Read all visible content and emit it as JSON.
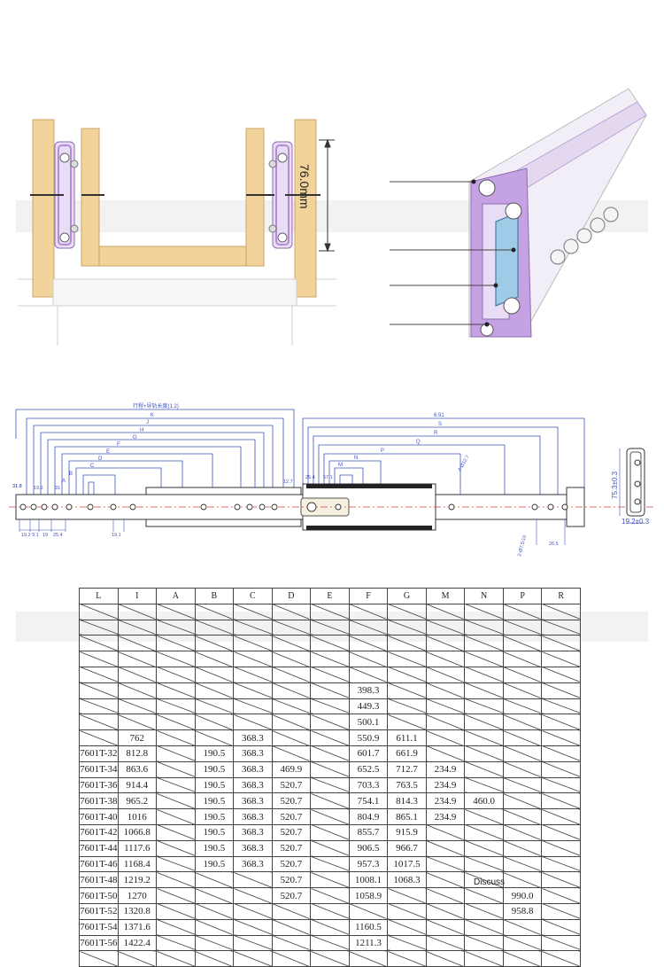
{
  "top_left": {
    "dimension_label": "76.0mm"
  },
  "drawing": {
    "overall_label": "行程+导轨长度(1.2)",
    "dim_letters_left": [
      "K",
      "J",
      "H",
      "G",
      "F",
      "E",
      "D",
      "C",
      "B",
      "A"
    ],
    "dim_letters_right": [
      "6.91",
      "S",
      "R",
      "Q",
      "P",
      "N",
      "M"
    ],
    "small_dims": [
      "31.8",
      "19.2",
      "31",
      "19",
      "25.4",
      "12.7",
      "25.4",
      "57.1",
      "4-Ø12.7",
      "12.7",
      "2-Ø7.5",
      "26.5",
      "2-Ø7.5/10"
    ],
    "bottom_dims": [
      "19.2",
      "9.1",
      "19",
      "25.4",
      "19.1"
    ]
  },
  "side_profile": {
    "height_label": "75.3±0.3",
    "width_label": "19.2±0.3"
  },
  "table": {
    "headers": [
      "L",
      "I",
      "A",
      "B",
      "C",
      "D",
      "E",
      "F",
      "G",
      "M",
      "N",
      "P",
      "R"
    ],
    "rows": [
      {
        "L": "",
        "I": "",
        "A": "",
        "B": "",
        "C": "",
        "D": "",
        "E": "",
        "F": "",
        "G": "",
        "M": "",
        "N": "",
        "P": "",
        "R": ""
      },
      {
        "L": "",
        "I": "",
        "A": "",
        "B": "",
        "C": "",
        "D": "",
        "E": "",
        "F": "",
        "G": "",
        "M": "",
        "N": "",
        "P": "",
        "R": ""
      },
      {
        "L": "",
        "I": "",
        "A": "",
        "B": "",
        "C": "",
        "D": "",
        "E": "",
        "F": "",
        "G": "",
        "M": "",
        "N": "",
        "P": "",
        "R": ""
      },
      {
        "L": "",
        "I": "",
        "A": "",
        "B": "",
        "C": "",
        "D": "",
        "E": "",
        "F": "",
        "G": "",
        "M": "",
        "N": "",
        "P": "",
        "R": ""
      },
      {
        "L": "",
        "I": "",
        "A": "",
        "B": "",
        "C": "",
        "D": "",
        "E": "",
        "F": "",
        "G": "",
        "M": "",
        "N": "",
        "P": "",
        "R": ""
      },
      {
        "L": "",
        "I": "",
        "A": "",
        "B": "",
        "C": "",
        "D": "",
        "E": "",
        "F": "398.3",
        "G": "",
        "M": "",
        "N": "",
        "P": "",
        "R": ""
      },
      {
        "L": "",
        "I": "",
        "A": "",
        "B": "",
        "C": "",
        "D": "",
        "E": "",
        "F": "449.3",
        "G": "",
        "M": "",
        "N": "",
        "P": "",
        "R": ""
      },
      {
        "L": "",
        "I": "",
        "A": "",
        "B": "",
        "C": "",
        "D": "",
        "E": "",
        "F": "500.1",
        "G": "",
        "M": "",
        "N": "",
        "P": "",
        "R": ""
      },
      {
        "L": "",
        "I": "762",
        "A": "",
        "B": "",
        "C": "368.3",
        "D": "",
        "E": "",
        "F": "550.9",
        "G": "611.1",
        "M": "",
        "N": "",
        "P": "",
        "R": ""
      },
      {
        "L": "7601T-32",
        "I": "812.8",
        "A": "",
        "B": "190.5",
        "C": "368.3",
        "D": "",
        "E": "",
        "F": "601.7",
        "G": "661.9",
        "M": "",
        "N": "",
        "P": "",
        "R": ""
      },
      {
        "L": "7601T-34",
        "I": "863.6",
        "A": "",
        "B": "190.5",
        "C": "368.3",
        "D": "469.9",
        "E": "",
        "F": "652.5",
        "G": "712.7",
        "M": "234.9",
        "N": "",
        "P": "",
        "R": ""
      },
      {
        "L": "7601T-36",
        "I": "914.4",
        "A": "",
        "B": "190.5",
        "C": "368.3",
        "D": "520.7",
        "E": "",
        "F": "703.3",
        "G": "763.5",
        "M": "234.9",
        "N": "",
        "P": "",
        "R": ""
      },
      {
        "L": "7601T-38",
        "I": "965.2",
        "A": "",
        "B": "190.5",
        "C": "368.3",
        "D": "520.7",
        "E": "",
        "F": "754.1",
        "G": "814.3",
        "M": "234.9",
        "N": "460.0",
        "P": "",
        "R": ""
      },
      {
        "L": "7601T-40",
        "I": "1016",
        "A": "",
        "B": "190.5",
        "C": "368.3",
        "D": "520.7",
        "E": "",
        "F": "804.9",
        "G": "865.1",
        "M": "234.9",
        "N": "",
        "P": "",
        "R": ""
      },
      {
        "L": "7601T-42",
        "I": "1066.8",
        "A": "",
        "B": "190.5",
        "C": "368.3",
        "D": "520.7",
        "E": "",
        "F": "855.7",
        "G": "915.9",
        "M": "",
        "N": "",
        "P": "",
        "R": ""
      },
      {
        "L": "7601T-44",
        "I": "1117.6",
        "A": "",
        "B": "190.5",
        "C": "368.3",
        "D": "520.7",
        "E": "",
        "F": "906.5",
        "G": "966.7",
        "M": "",
        "N": "",
        "P": "",
        "R": ""
      },
      {
        "L": "7601T-46",
        "I": "1168.4",
        "A": "",
        "B": "190.5",
        "C": "368.3",
        "D": "520.7",
        "E": "",
        "F": "957.3",
        "G": "1017.5",
        "M": "",
        "N": "",
        "P": "",
        "R": ""
      },
      {
        "L": "7601T-48",
        "I": "1219.2",
        "A": "",
        "B": "",
        "C": "",
        "D": "520.7",
        "E": "",
        "F": "1008.1",
        "G": "1068.3",
        "M": "",
        "N": "",
        "P": "",
        "R": ""
      },
      {
        "L": "7601T-50",
        "I": "1270",
        "A": "",
        "B": "",
        "C": "",
        "D": "520.7",
        "E": "",
        "F": "1058.9",
        "G": "",
        "M": "",
        "N": "",
        "P": "990.0",
        "R": ""
      },
      {
        "L": "7601T-52",
        "I": "1320.8",
        "A": "",
        "B": "",
        "C": "",
        "D": "",
        "E": "",
        "F": "",
        "G": "",
        "M": "",
        "N": "",
        "P": "958.8",
        "R": ""
      },
      {
        "L": "7601T-54",
        "I": "1371.6",
        "A": "",
        "B": "",
        "C": "",
        "D": "",
        "E": "",
        "F": "1160.5",
        "G": "",
        "M": "",
        "N": "",
        "P": "",
        "R": ""
      },
      {
        "L": "7601T-56",
        "I": "1422.4",
        "A": "",
        "B": "",
        "C": "",
        "D": "",
        "E": "",
        "F": "1211.3",
        "G": "",
        "M": "",
        "N": "",
        "P": "",
        "R": ""
      },
      {
        "L": "",
        "I": "",
        "A": "",
        "B": "",
        "C": "",
        "D": "",
        "E": "",
        "F": "",
        "G": "",
        "M": "",
        "N": "",
        "P": "",
        "R": ""
      }
    ]
  },
  "overlay": {
    "discuss_label": "Discuss"
  },
  "colors": {
    "wood": "#f1d39b",
    "wood_edge": "#c9a463",
    "rail_purple": "#b58ad6",
    "rail_light": "#e9dcf5",
    "dim_blue": "#3f55c4",
    "center_red": "#d94040",
    "table_line": "#444444"
  }
}
